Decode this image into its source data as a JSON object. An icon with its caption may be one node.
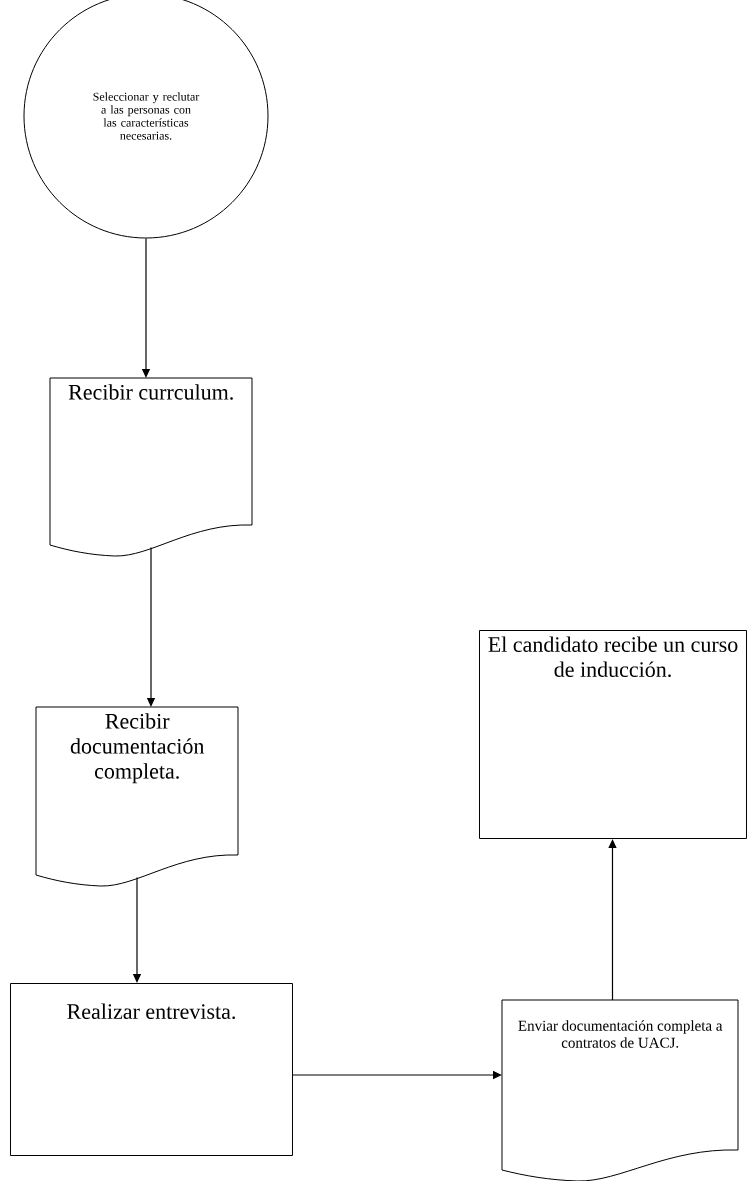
{
  "diagram": {
    "nodes": [
      {
        "text": [
          "Seleccionar y reclutar a las personas con las características necesarias."
        ]
      },
      {
        "text": [
          "Recibir currculum."
        ]
      },
      {
        "text": [
          "Recibir documentación completa."
        ]
      },
      {
        "text": [
          "Realizar entrevista."
        ]
      },
      {
        "text": [
          "El candidato recibe un curso de inducción."
        ]
      },
      {
        "text": [
          "Enviar documentación completa a contratos de UACJ."
        ]
      }
    ],
    "edges": [
      {
        "from": 0,
        "to": 1,
        "arrow": "to"
      },
      {
        "from": 1,
        "to": 2,
        "arrow": "to"
      },
      {
        "from": 2,
        "to": 3,
        "arrow": "to"
      },
      {
        "from": 3,
        "to": 5,
        "arrow": "to"
      },
      {
        "from": 5,
        "to": 4,
        "arrow": "to"
      }
    ]
  }
}
